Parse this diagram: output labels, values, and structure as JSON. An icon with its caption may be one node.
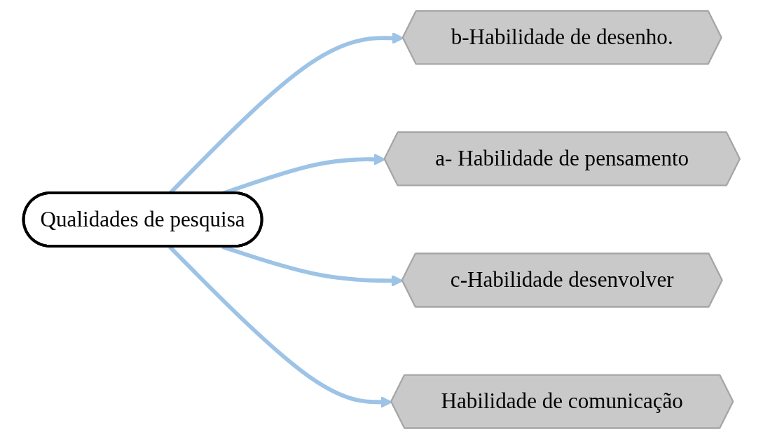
{
  "diagram": {
    "nodes": [
      {
        "text": [
          "b-Habilidade de desenho."
        ]
      },
      {
        "text": [
          "a- Habilidade de pensamento"
        ]
      },
      {
        "text": [
          "Qualidades de pesquisa"
        ]
      },
      {
        "text": [
          "c-Habilidade desenvolver"
        ]
      },
      {
        "text": [
          "Habilidade de comunicação"
        ]
      }
    ],
    "edges": [
      {
        "from": 2,
        "to": 0,
        "arrow": "to"
      },
      {
        "from": 2,
        "to": 1,
        "arrow": "to"
      },
      {
        "from": 2,
        "to": 3,
        "arrow": "to"
      },
      {
        "from": 2,
        "to": 4,
        "arrow": "to"
      }
    ]
  }
}
